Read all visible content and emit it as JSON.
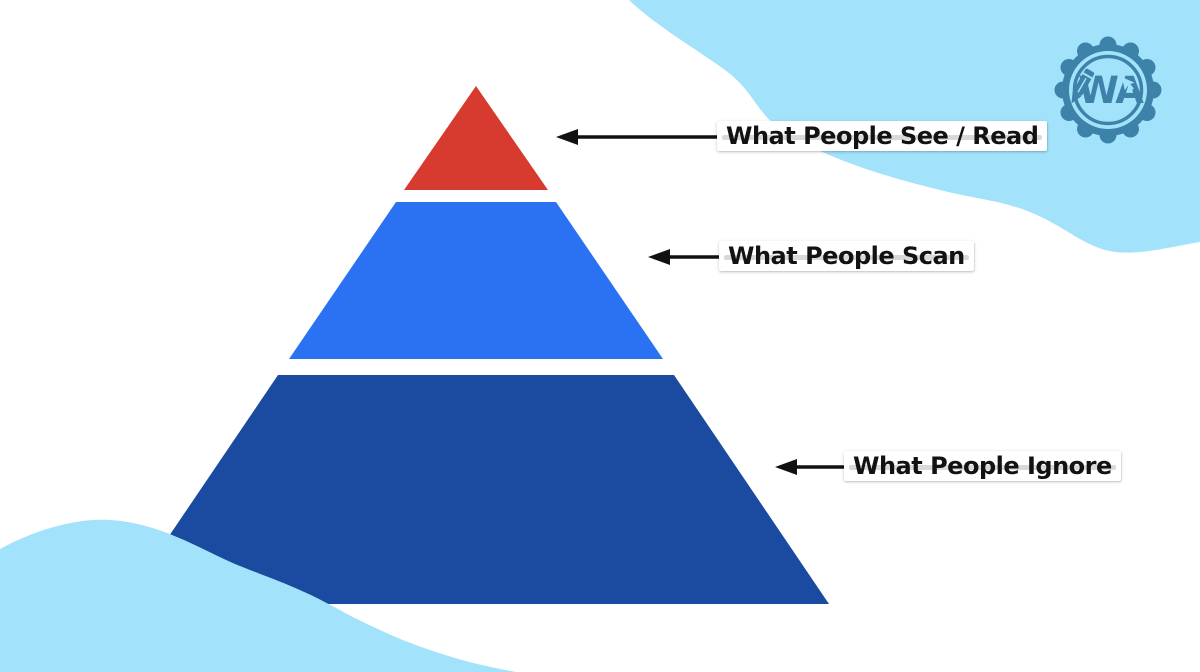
{
  "diagram": {
    "type": "pyramid",
    "description": "Content readability pyramid with three tiers and arrow callouts",
    "tiers": [
      {
        "position": "top",
        "label": "What People See / Read",
        "color": "#d73a2e"
      },
      {
        "position": "middle",
        "label": "What People Scan",
        "color": "#2b72f3"
      },
      {
        "position": "bottom",
        "label": "What People Ignore",
        "color": "#1b4ba1"
      }
    ]
  },
  "logo": {
    "text": "WA"
  },
  "colors": {
    "background": "#ffffff",
    "blob": "#a2e2fb",
    "arrow": "#111111",
    "label_background": "#ffffff",
    "label_text": "#121212",
    "label_line": "#d9d9d9",
    "badge": "#3c82a9"
  }
}
